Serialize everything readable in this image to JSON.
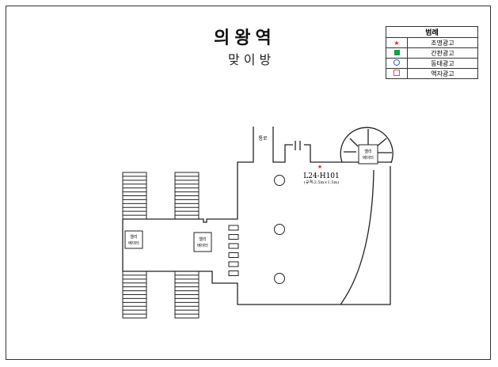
{
  "title": "의왕역",
  "subtitle": "맞이방",
  "legend": {
    "header": "범례",
    "items": [
      {
        "icon": "star",
        "color": "#e02020",
        "label": "조명광고"
      },
      {
        "icon": "square",
        "color": "#12a050",
        "label": "간판광고"
      },
      {
        "icon": "circle",
        "color": "#3060c0",
        "label": "동태광고"
      },
      {
        "icon": "square-outline",
        "color": "#e04090",
        "label": "액자광고"
      }
    ]
  },
  "plan": {
    "passage": "통로",
    "elevator_line1": "엘리",
    "elevator_line2": "베이터",
    "ad_code": "L24-H101",
    "ad_spec": "(규격:2.5m×1.5m)",
    "ad_marker_color": "#e02020"
  }
}
